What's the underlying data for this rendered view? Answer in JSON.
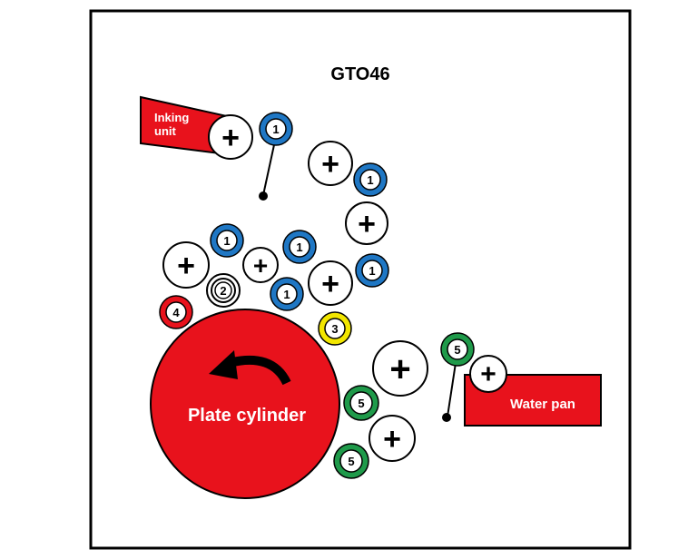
{
  "title": "GTO46",
  "labels": {
    "inking_unit": [
      "Inking",
      "unit"
    ],
    "water_pan": "Water pan",
    "plate_cylinder": "Plate cylinder"
  },
  "colors": {
    "frame": "#000000",
    "red": "#e8121c",
    "blue": "#1f77c4",
    "green": "#1f9a4a",
    "yellow": "#f2e600",
    "white": "#ffffff"
  },
  "roller_groups": {
    "blue": "1",
    "black_ring": "2",
    "yellow": "3",
    "red": "4",
    "green": "5"
  },
  "symbols": {
    "plus": "+"
  }
}
